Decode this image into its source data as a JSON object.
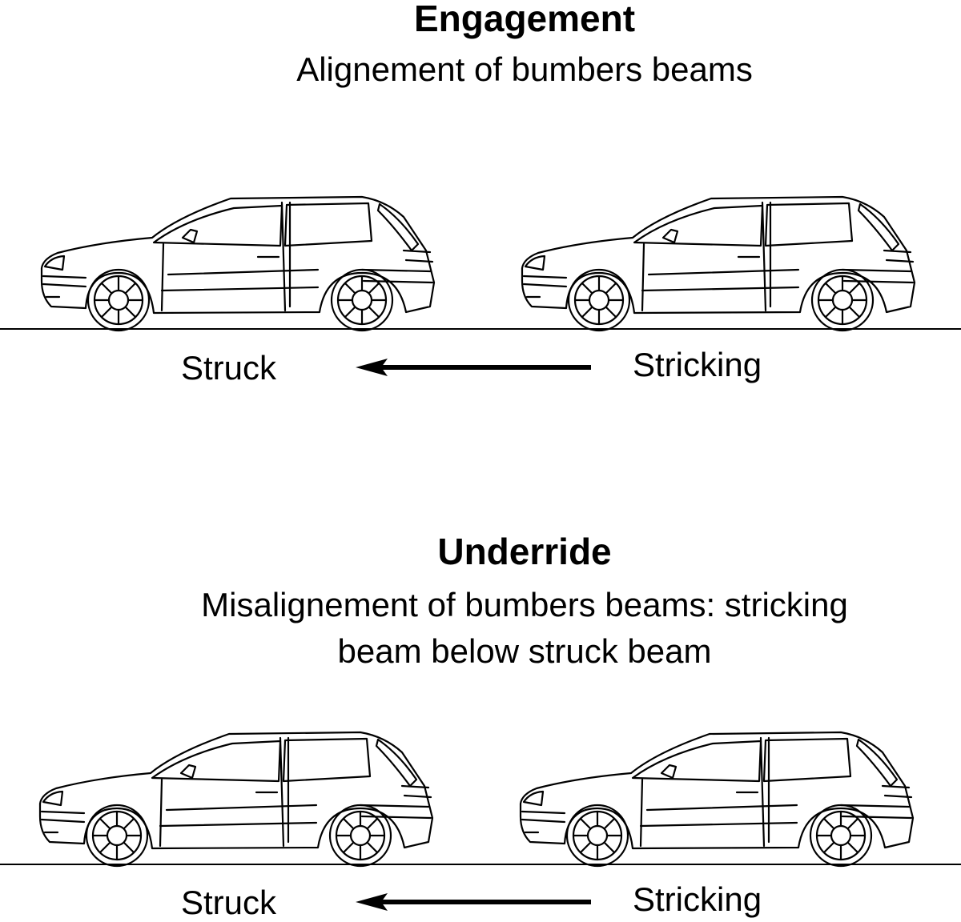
{
  "panels": [
    {
      "title": "Engagement",
      "subtitle": [
        "Alignement of bumbers beams"
      ],
      "struck_label": "Struck",
      "striking_label": "Stricking"
    },
    {
      "title": "Underride",
      "subtitle": [
        "Misalignement of bumbers beams: stricking",
        "beam below struck beam"
      ],
      "struck_label": "Struck",
      "striking_label": "Stricking"
    }
  ],
  "icons": {
    "car": "hatchback-car-icon",
    "arrow": "left-arrow-icon"
  }
}
